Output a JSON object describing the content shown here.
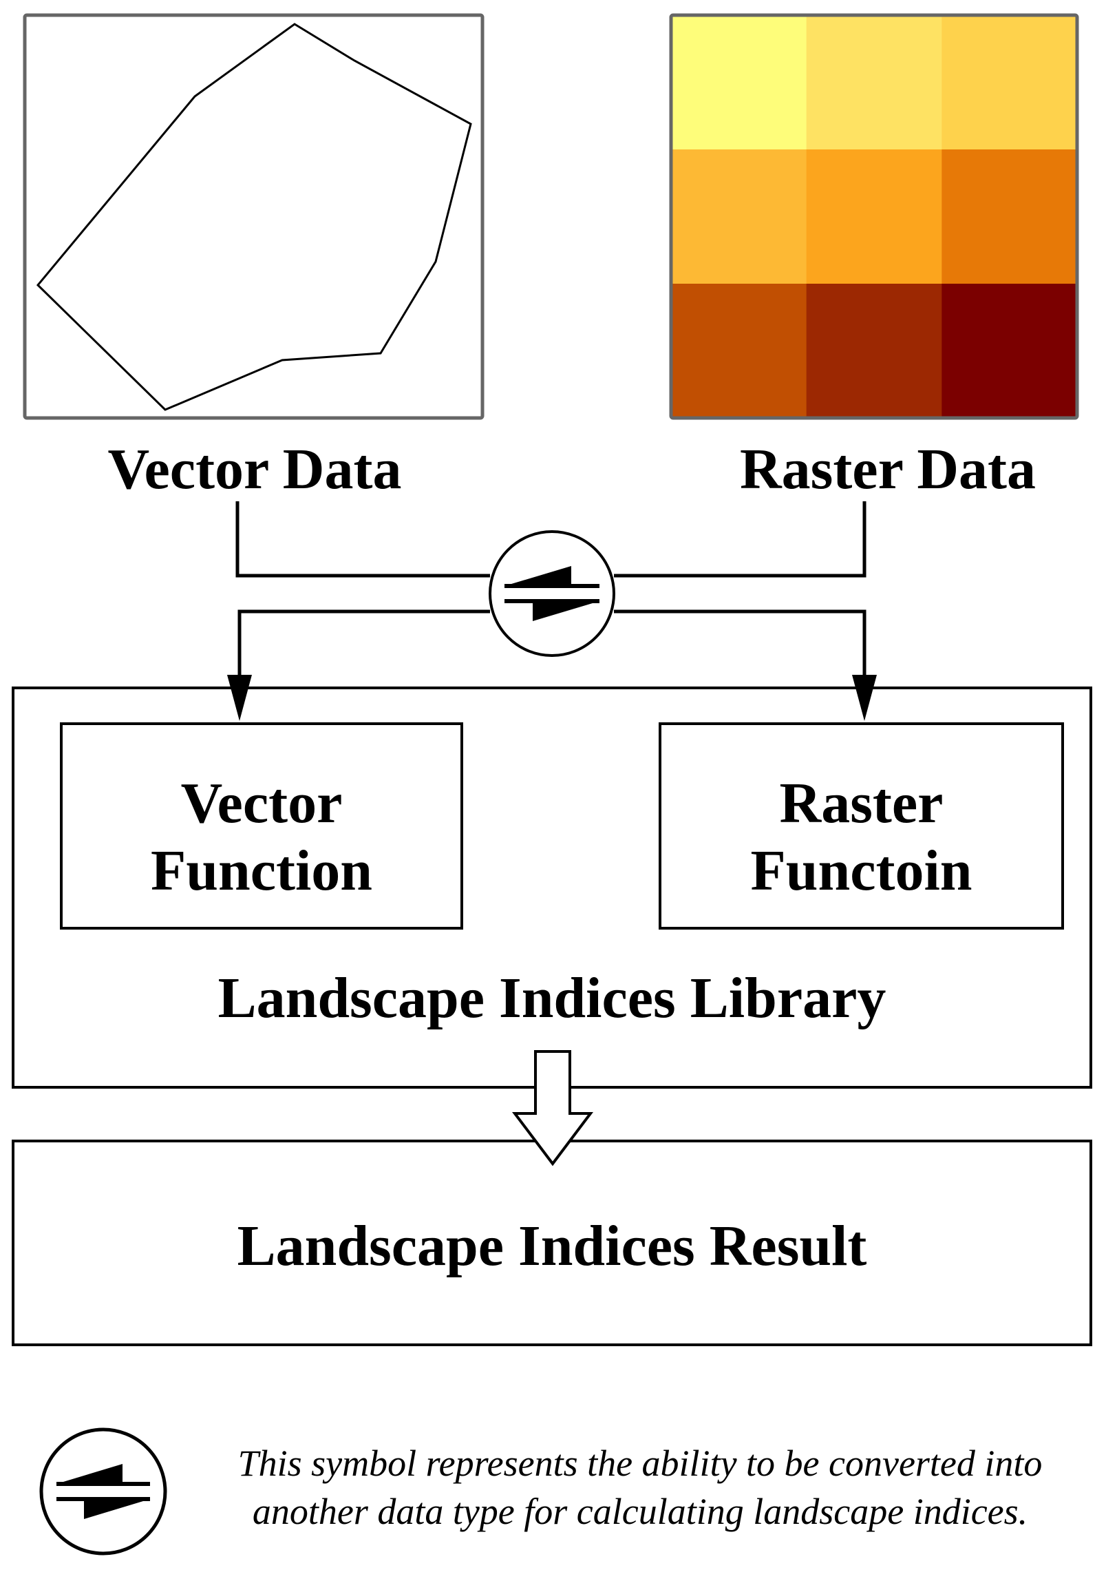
{
  "inputs": {
    "vector": {
      "caption": "Vector Data",
      "polygon_icon": "polygon-shape-icon"
    },
    "raster": {
      "caption": "Raster Data",
      "grid_colors": [
        [
          "#FEFD7A",
          "#FEE263",
          "#FED24C"
        ],
        [
          "#FDB934",
          "#FCA51D",
          "#E77907"
        ],
        [
          "#C14F02",
          "#9C2802",
          "#7B0000"
        ]
      ]
    }
  },
  "converter": {
    "icon": "convert-arrows-icon"
  },
  "library": {
    "title": "Landscape Indices Library",
    "vector_function": {
      "line1": "Vector",
      "line2": "Function"
    },
    "raster_function": {
      "line1": "Raster",
      "line2": "Functoin"
    }
  },
  "result": {
    "title": "Landscape Indices Result"
  },
  "legend": {
    "icon": "convert-arrows-icon",
    "line1": "This symbol represents the ability to be converted into",
    "line2": "another data type for calculating landscape indices."
  },
  "colors": {
    "stroke": "#000000",
    "frame_gray": "#666666",
    "background": "#ffffff"
  }
}
